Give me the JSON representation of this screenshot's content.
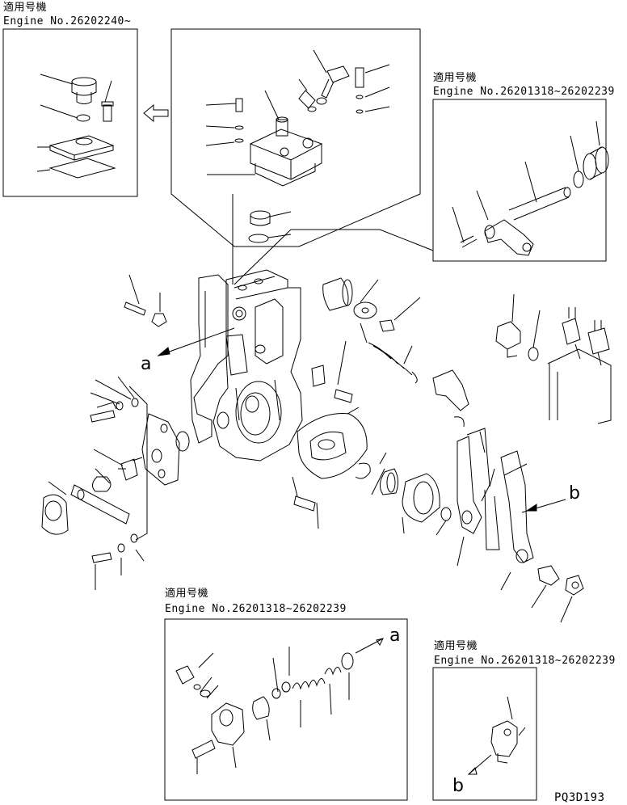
{
  "labels": {
    "applicable_model": "適用号機",
    "engine_range_top_left": "Engine No.26202240~",
    "engine_range_top_right": "Engine No.26201318~26202239",
    "engine_range_bottom_left": "Engine No.26201318~26202239",
    "engine_range_bottom_right": "Engine No.26201318~26202239"
  },
  "callouts": {
    "a_main": "a",
    "a_inset": "a",
    "b_main": "b",
    "b_inset": "b"
  },
  "drawing_code": "PQ3D193"
}
